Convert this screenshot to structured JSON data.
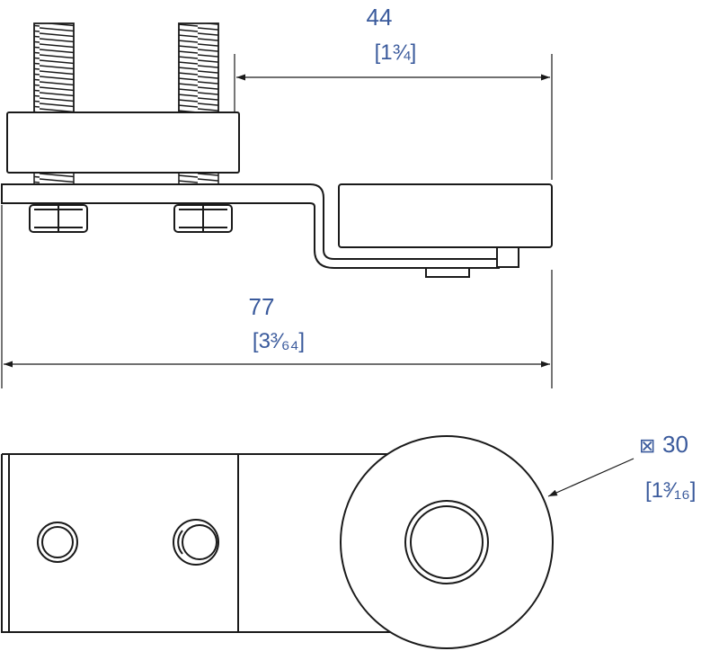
{
  "dimensions": {
    "width_44": {
      "metric": "44",
      "imperial": "[1¾]"
    },
    "length_77": {
      "metric": "77",
      "imperial": "[3³⁄₆₄]"
    },
    "diameter_30": {
      "symbol": "⊠",
      "metric": "30",
      "imperial": "[1³⁄₁₆]"
    }
  },
  "colors": {
    "dimension_text": "#3a5a9c",
    "line": "#1a1a1a",
    "background": "#ffffff"
  }
}
